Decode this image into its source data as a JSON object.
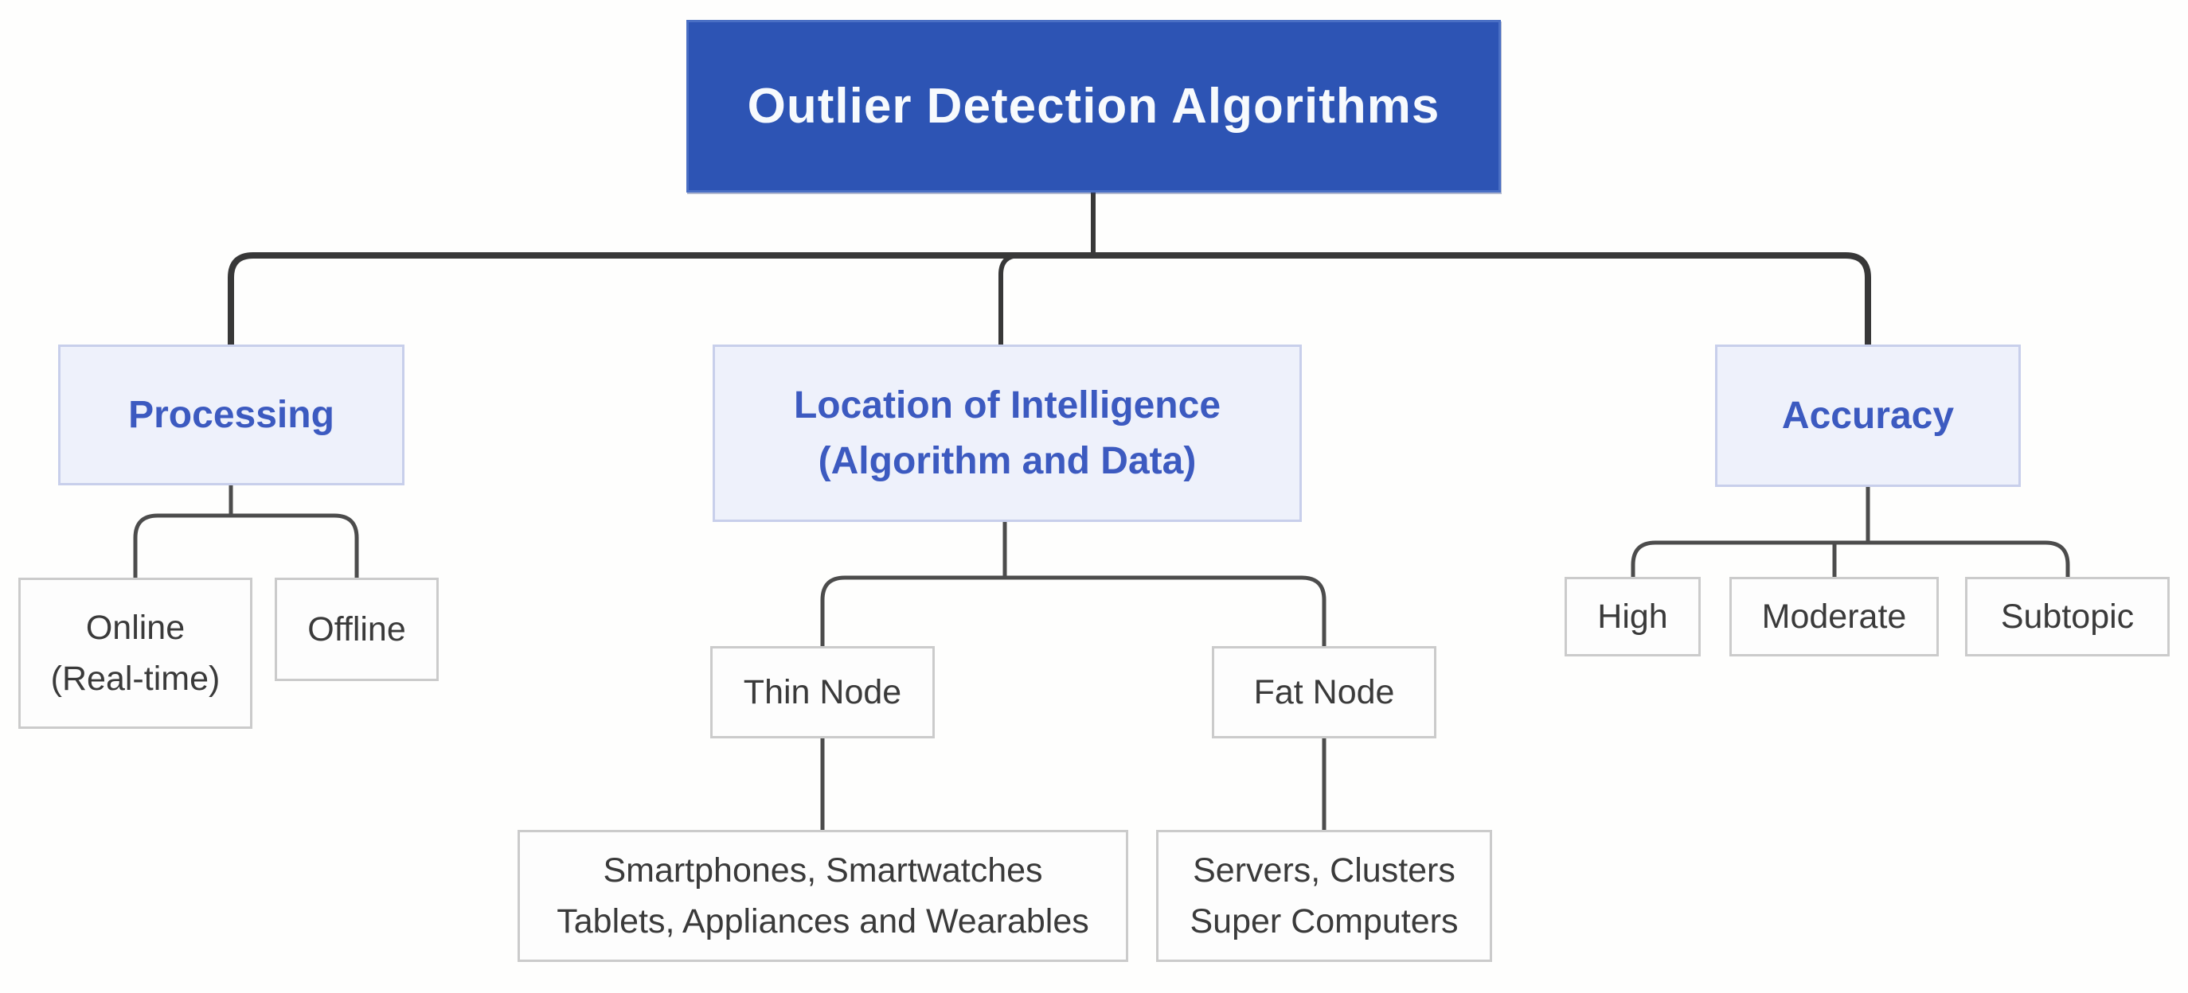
{
  "diagram": {
    "title": "Outlier Detection Algorithms",
    "type": "tree",
    "colors": {
      "root_bg": "#2d54b4",
      "root_text": "#f7fafd",
      "category_bg": "#eef1fb",
      "category_border": "#c8cfeb",
      "category_text": "#3c5ac0",
      "leaf_bg": "#fdfdfd",
      "leaf_border": "#cbcbcb",
      "leaf_text": "#3a3a3a",
      "connector": "#424242"
    },
    "nodes": {
      "root": {
        "label": "Outlier Detection Algorithms"
      },
      "processing": {
        "label": "Processing"
      },
      "location": {
        "label": "Location of Intelligence\n(Algorithm and Data)"
      },
      "accuracy": {
        "label": "Accuracy"
      },
      "online": {
        "label": "Online\n(Real-time)"
      },
      "offline": {
        "label": "Offline"
      },
      "thin_node": {
        "label": "Thin Node"
      },
      "fat_node": {
        "label": "Fat Node"
      },
      "high": {
        "label": "High"
      },
      "moderate": {
        "label": "Moderate"
      },
      "subtopic": {
        "label": "Subtopic"
      },
      "thin_devices": {
        "label": "Smartphones, Smartwatches\nTablets, Appliances and Wearables"
      },
      "fat_devices": {
        "label": "Servers, Clusters\nSuper Computers"
      }
    },
    "edges": [
      {
        "from": "root",
        "to": "processing"
      },
      {
        "from": "root",
        "to": "location"
      },
      {
        "from": "root",
        "to": "accuracy"
      },
      {
        "from": "processing",
        "to": "online"
      },
      {
        "from": "processing",
        "to": "offline"
      },
      {
        "from": "location",
        "to": "thin_node"
      },
      {
        "from": "location",
        "to": "fat_node"
      },
      {
        "from": "accuracy",
        "to": "high"
      },
      {
        "from": "accuracy",
        "to": "moderate"
      },
      {
        "from": "accuracy",
        "to": "subtopic"
      },
      {
        "from": "thin_node",
        "to": "thin_devices"
      },
      {
        "from": "fat_node",
        "to": "fat_devices"
      }
    ]
  }
}
